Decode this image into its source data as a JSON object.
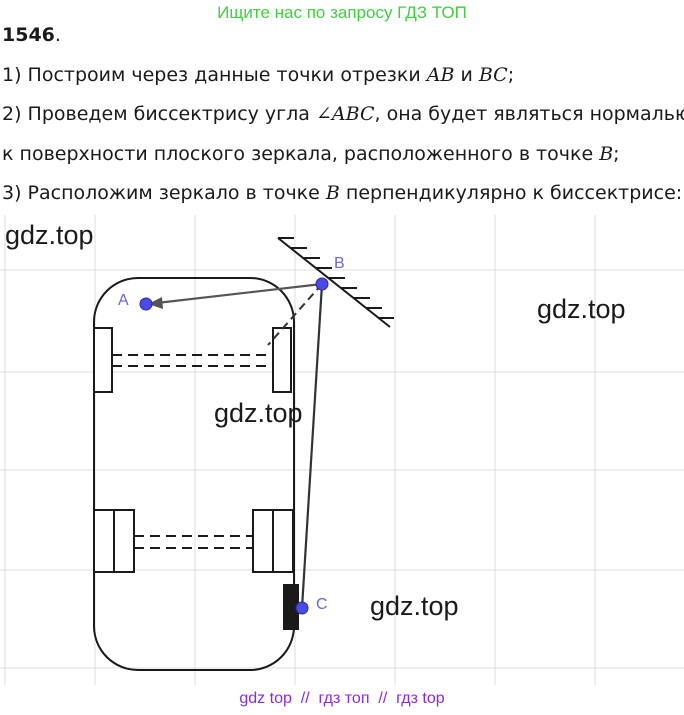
{
  "banner": "Ищите нас по запросу ГДЗ ТОП",
  "problem": {
    "number": "1546",
    "number_suffix": ".",
    "step1": {
      "prefix": "1) Построим через данные точки отрезки ",
      "ab": "AB",
      "mid": " и ",
      "bc": "BC",
      "end": ";"
    },
    "step2": {
      "prefix": "2) Проведем биссектрису угла ",
      "angle": "∠ABC",
      "end": ", она будет являться нормалью"
    },
    "step3": {
      "prefix": "к поверхности плоского зеркала, расположенного в точке ",
      "b": "B",
      "end": ";"
    },
    "step4": {
      "prefix": "3) Расположим зеркало в точке ",
      "b": "B",
      "end": " перпендикулярно к биссектрисе:"
    }
  },
  "figure": {
    "points": {
      "a": "A",
      "b": "B",
      "c": "C"
    },
    "colors": {
      "point": "#4a4ae8",
      "label": "#6a6ad8",
      "grid": "#dcdcdc",
      "line": "#333333"
    }
  },
  "watermarks": {
    "w1": "gdz.top",
    "w2": "gdz.top",
    "w3": "gdz.top",
    "w4": "gdz.top"
  },
  "footer": "gdz top  //  гдз топ  //  гдз top"
}
